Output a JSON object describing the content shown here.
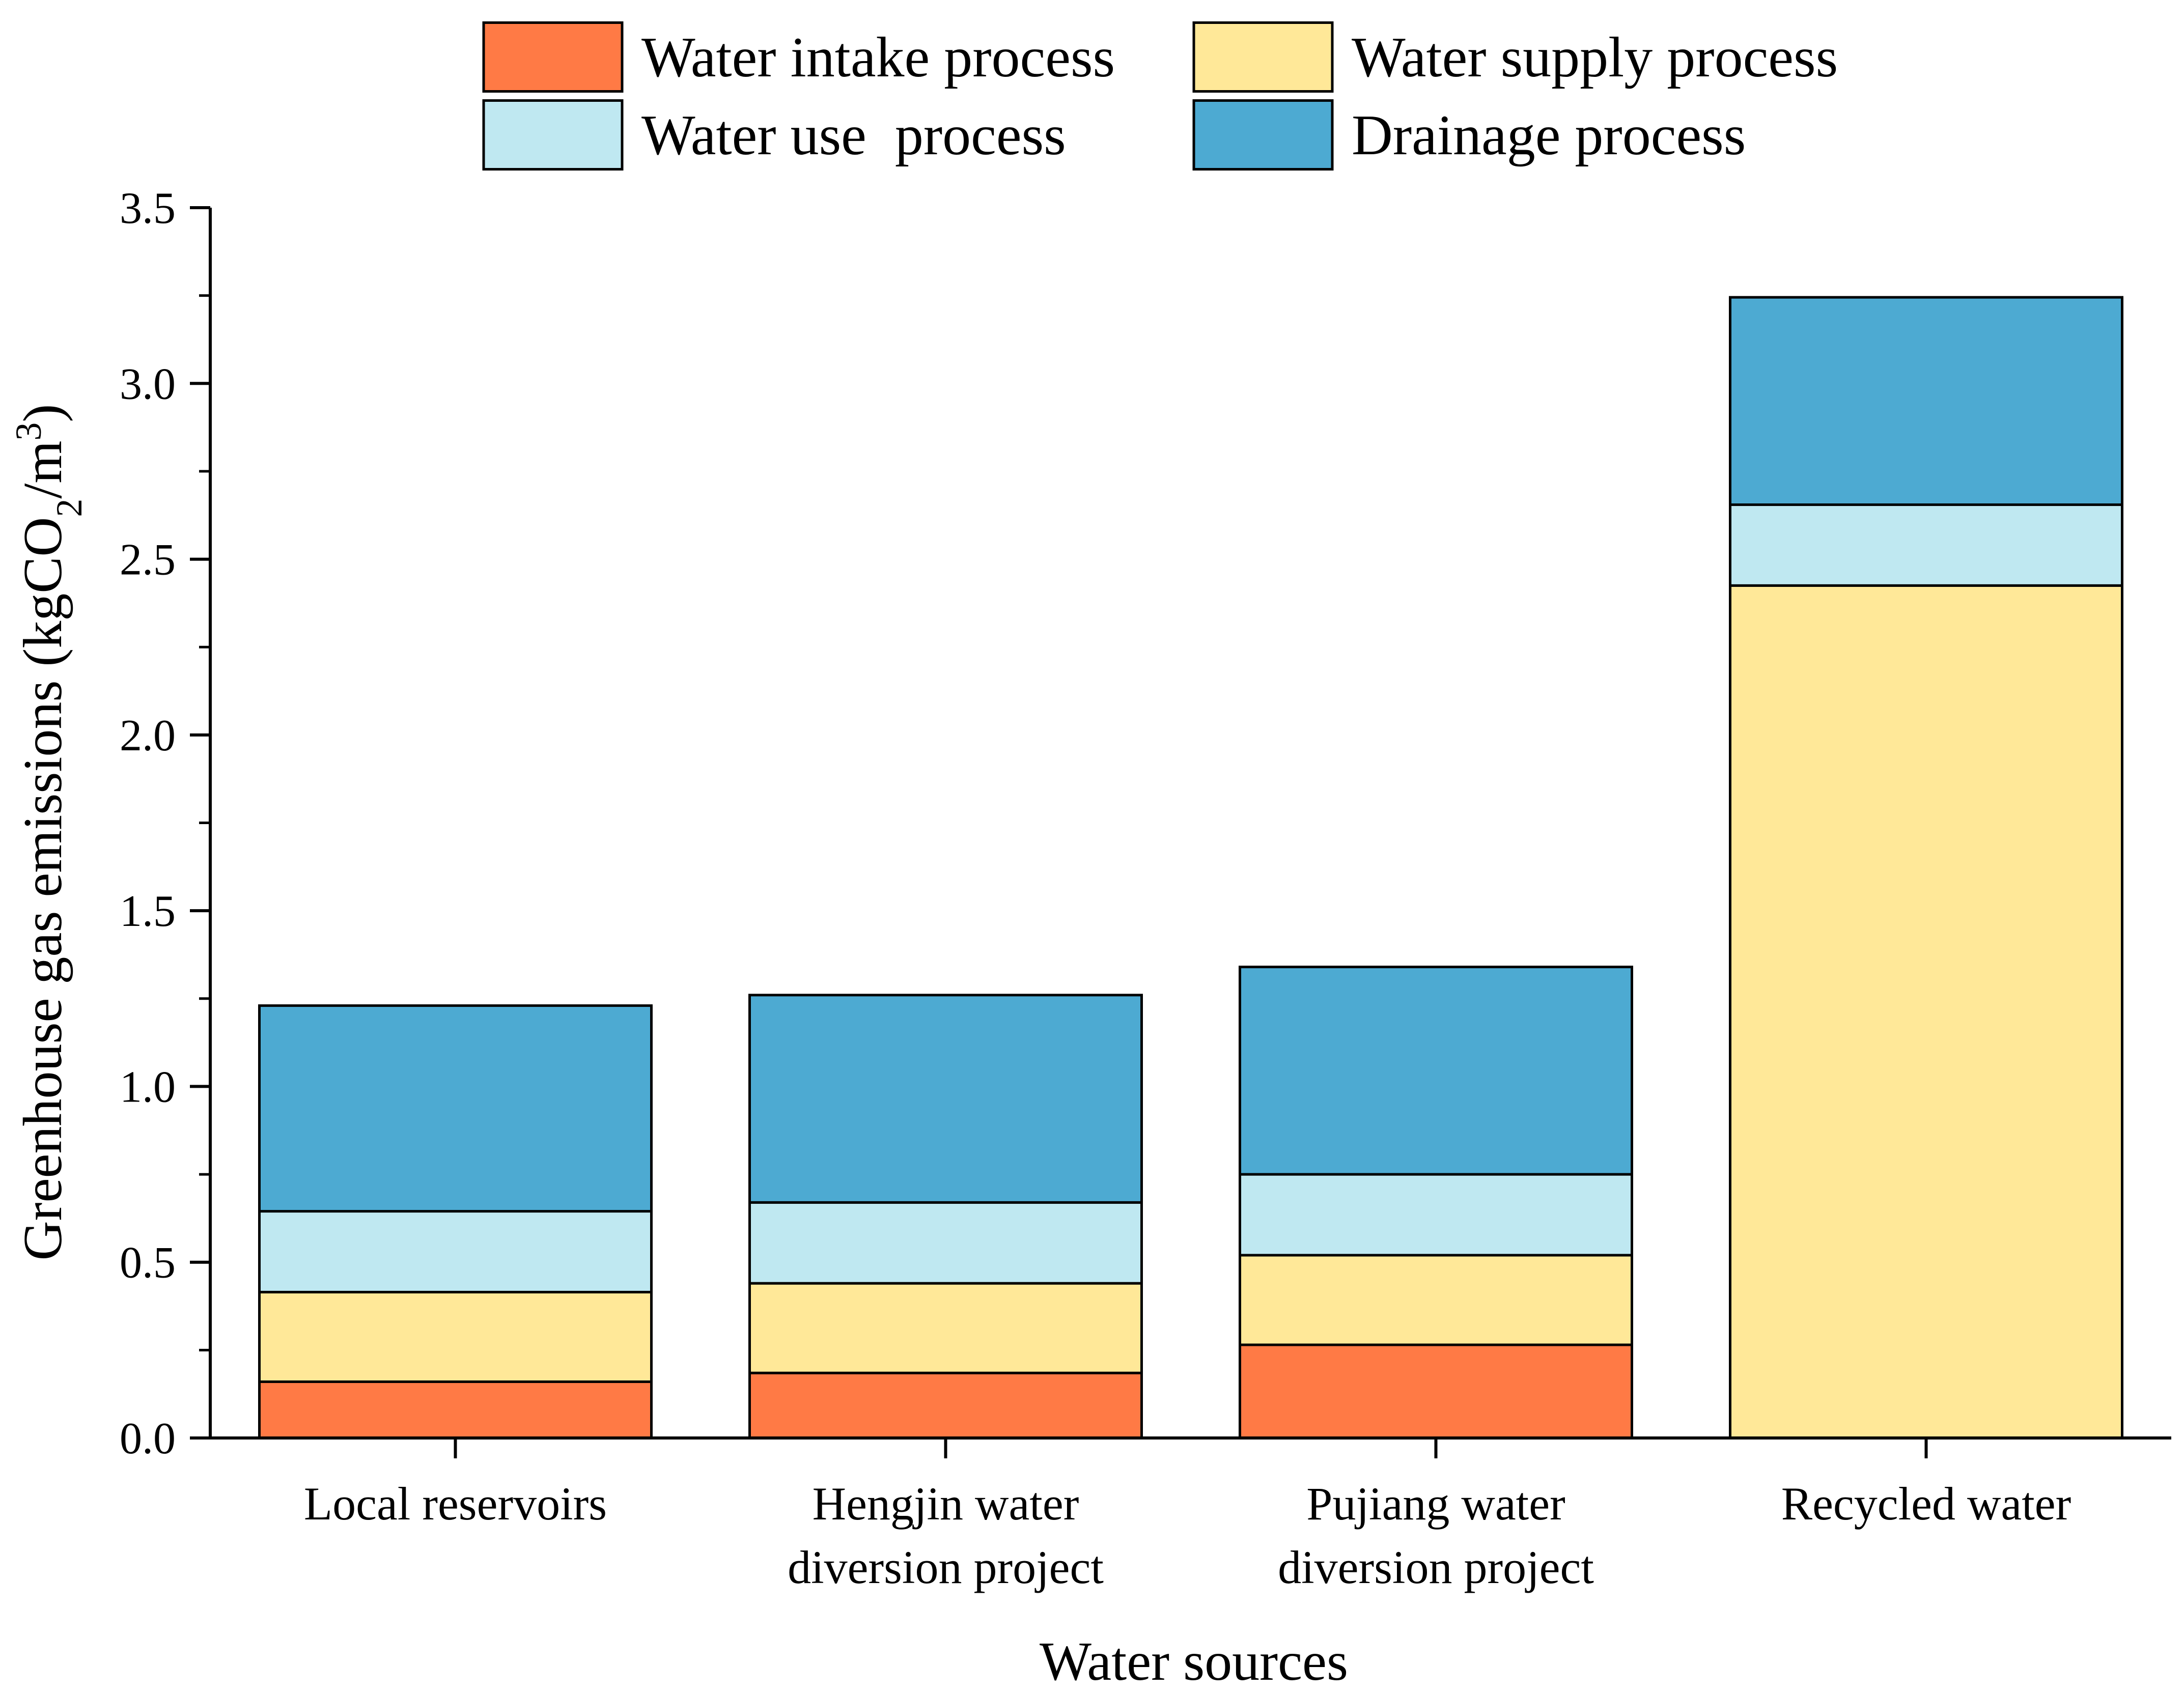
{
  "chart_data": {
    "type": "bar",
    "stacked": true,
    "xlabel": "Water sources",
    "ylabel": {
      "prefix": "Greenhouse gas emissions (kgCO",
      "sub": "2",
      "mid": "/m",
      "sup": "3",
      "suffix": ")"
    },
    "categories": [
      [
        "Local reservoirs"
      ],
      [
        "Hengjin water",
        "diversion project"
      ],
      [
        "Pujiang water",
        "diversion project"
      ],
      [
        "Recycled water"
      ]
    ],
    "series": [
      {
        "name": "Water intake process",
        "color": "#FF7A45",
        "values": [
          0.16,
          0.185,
          0.265,
          0.0
        ]
      },
      {
        "name": "Water supply process",
        "color": "#FFE898",
        "values": [
          0.255,
          0.255,
          0.255,
          2.425
        ]
      },
      {
        "name": "Water use  process",
        "color": "#BFE8F1",
        "values": [
          0.23,
          0.23,
          0.23,
          0.23
        ]
      },
      {
        "name": "Drainage process",
        "color": "#4DAAD2",
        "values": [
          0.585,
          0.59,
          0.59,
          0.59
        ]
      }
    ],
    "ylim": [
      0,
      3.5
    ],
    "yticks": [
      "0.0",
      "0.5",
      "1.0",
      "1.5",
      "2.0",
      "2.5",
      "3.0",
      "3.5"
    ],
    "legend_position": "top-center, two columns",
    "grid": false
  }
}
